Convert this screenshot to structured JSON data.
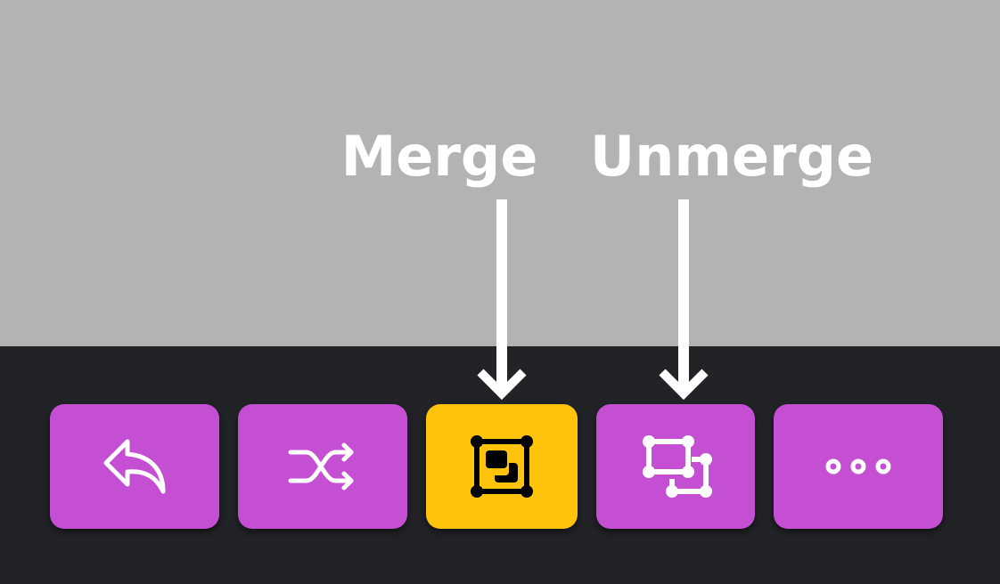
{
  "annotations": {
    "merge_label": "Merge",
    "unmerge_label": "Unmerge"
  },
  "toolbar": {
    "buttons": [
      {
        "name": "undo",
        "icon": "undo-arrow-icon",
        "active": false
      },
      {
        "name": "shuffle",
        "icon": "shuffle-icon",
        "active": false
      },
      {
        "name": "merge",
        "icon": "merge-icon",
        "active": true
      },
      {
        "name": "unmerge",
        "icon": "unmerge-icon",
        "active": false
      },
      {
        "name": "more",
        "icon": "more-dots-icon",
        "active": false
      }
    ]
  },
  "colors": {
    "button": "#c44fd3",
    "active_button": "#ffc30b",
    "toolbar_bg": "#222327",
    "top_bg": "#b3b3b3"
  }
}
